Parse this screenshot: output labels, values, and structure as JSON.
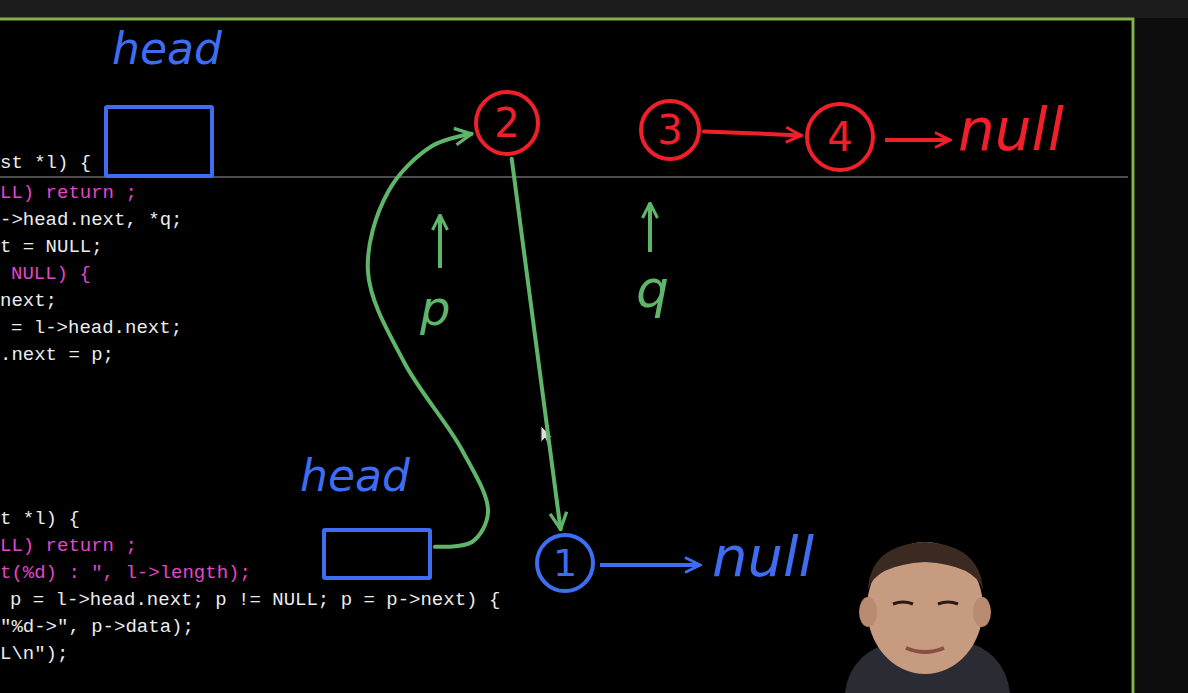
{
  "diagram": {
    "nodes": [
      {
        "text": [
          "head"
        ]
      },
      {
        "text": [
          "2"
        ]
      },
      {
        "text": [
          "3"
        ]
      },
      {
        "text": [
          "4"
        ]
      },
      {
        "text": [
          "head"
        ]
      },
      {
        "text": [
          "1"
        ]
      }
    ],
    "edges": [
      {
        "from": 2,
        "to": 3,
        "arrow": "to"
      },
      {
        "from": 4,
        "to": 1,
        "arrow": "to"
      },
      {
        "from": 1,
        "to": 5,
        "arrow": "to"
      }
    ],
    "labels": [
      "st *l) {",
      "LL) return ;",
      "->head.next, *q;",
      "t = NULL;",
      "NULL) {",
      "next;",
      "= l->head.next;",
      ".next = p;",
      "null",
      "p",
      "q",
      "t *l) {",
      "LL) return ;",
      "t(%d) : \", l->length);",
      "p = l->head.next; p != NULL; p = p->next) {",
      "\"%d->\", p->data);",
      "L\\n\");",
      "null"
    ]
  }
}
